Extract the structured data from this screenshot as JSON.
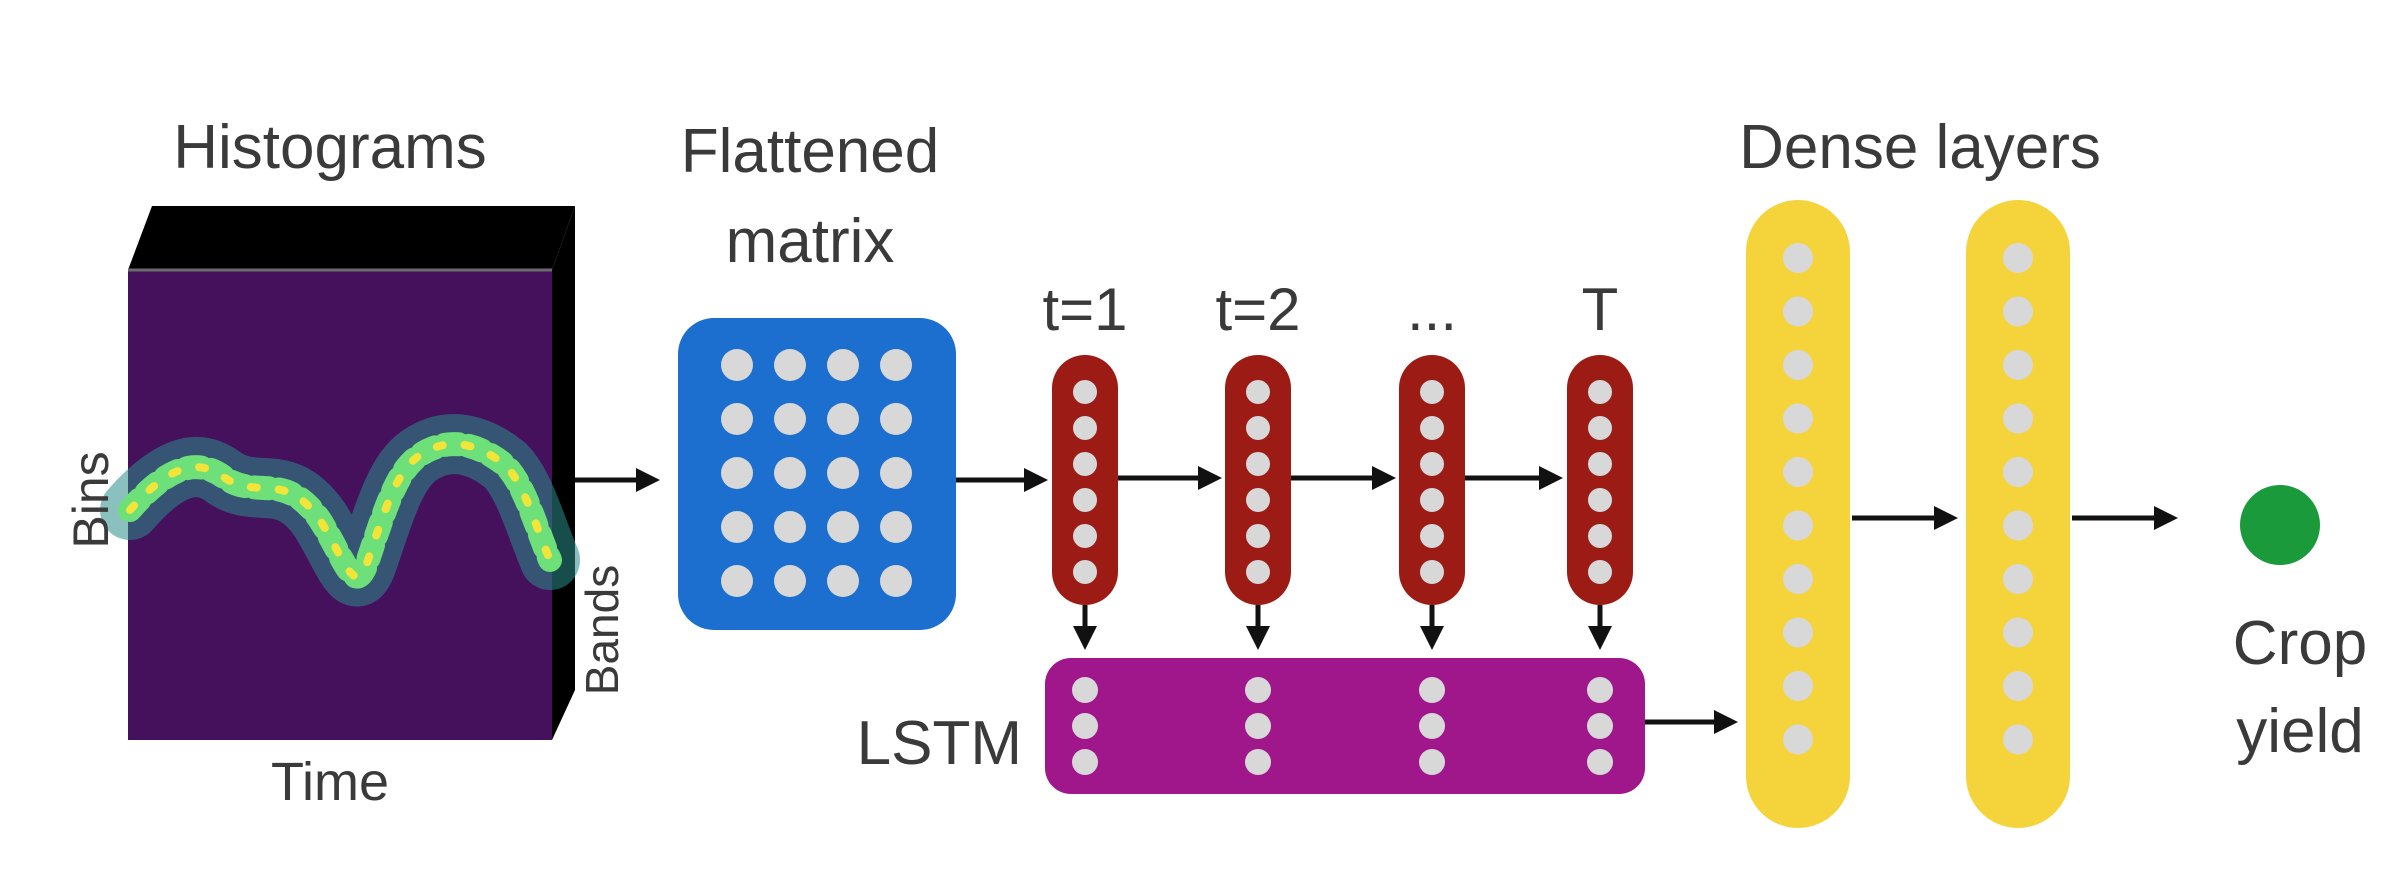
{
  "labels": {
    "histograms": "Histograms",
    "flattened_line1": "Flattened",
    "flattened_line2": "matrix",
    "bins": "Bins",
    "time": "Time",
    "bands": "Bands",
    "timesteps": [
      "t=1",
      "t=2",
      "...",
      "T"
    ],
    "lstm": "LSTM",
    "dense": "Dense layers",
    "crop_line1": "Crop",
    "crop_line2": "yield"
  },
  "colors": {
    "histogram_bg": "#45105c",
    "histogram_signal": "#6ee07a",
    "histogram_hot": "#f3e43a",
    "block_top": "#000000",
    "flattened": "#1c6fce",
    "lstm_unit": "#9c1b14",
    "lstm_bar": "#a0178c",
    "dense": "#f5d33b",
    "node": "#d8d8d8",
    "output": "#1a9a3b",
    "arrow": "#111111"
  },
  "structure": {
    "flattened_grid_rows": 5,
    "flattened_grid_cols": 4,
    "lstm_unit_nodes": 6,
    "lstm_bar_nodes_per_column": 3,
    "dense_layer_nodes": 10,
    "dense_layers": 2
  }
}
